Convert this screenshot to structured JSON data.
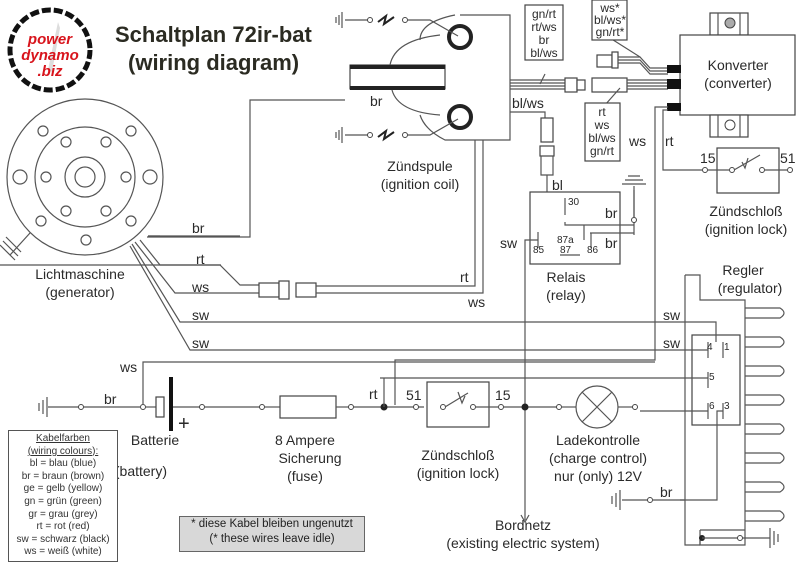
{
  "logo": {
    "line1": "power",
    "line2": "dynamo",
    "line3": ".biz"
  },
  "title": {
    "line1": "Schaltplan 72ir-bat",
    "line2": "(wiring diagram)"
  },
  "components": {
    "generator": {
      "de": "Lichtmaschine",
      "en": "(generator)"
    },
    "ignition_coil": {
      "de": "Zündspule",
      "en": "(ignition coil)"
    },
    "converter": {
      "de": "Konverter",
      "en": "(converter)"
    },
    "ignition_lock_top": {
      "de": "Zündschloß",
      "en": "(ignition lock)",
      "term_left": "15",
      "term_right": "51"
    },
    "relay": {
      "de": "Relais",
      "en": "(relay)",
      "pins": {
        "p30": "30",
        "p85": "85",
        "p87a": "87a",
        "p87": "87",
        "p86": "86"
      }
    },
    "regulator": {
      "de": "Regler",
      "en": "(regulator)",
      "pins": {
        "p4": "4",
        "p1": "1",
        "p5": "5",
        "p6": "6",
        "p3": "3"
      }
    },
    "battery": {
      "de": "Batterie",
      "en": "(battery)",
      "plus": "+"
    },
    "fuse": {
      "line1": "8 Ampere",
      "line2": "Sicherung",
      "line3": "(fuse)"
    },
    "ignition_lock_bottom": {
      "de": "Zündschloß",
      "en": "(ignition lock)",
      "term_left": "51",
      "term_right": "15"
    },
    "charge_lamp": {
      "line1": "Ladekontrolle",
      "line2": "(charge control)",
      "line3": "nur (only) 12V"
    },
    "bordnetz": {
      "de": "Bordnetz",
      "en": "(existing electric system)"
    }
  },
  "wire_labels": {
    "coil_br": "br",
    "coil_blws": "bl/ws",
    "bundle_left": [
      "gn/rt",
      "rt/ws",
      "br",
      "bl/ws"
    ],
    "bundle_top": [
      "ws*",
      "bl/ws*",
      "gn/rt*"
    ],
    "bundle_bottom": [
      "rt",
      "ws",
      "bl/ws",
      "gn/rt"
    ],
    "conv_ws": "ws",
    "conv_rt": "rt",
    "relay_bl": "bl",
    "relay_br1": "br",
    "relay_br2": "br",
    "relay_sw": "sw",
    "gen_br": "br",
    "gen_rt": "rt",
    "gen_ws": "ws",
    "gen_sw1": "sw",
    "gen_sw2": "sw",
    "rt_right": "rt",
    "ws_right": "ws",
    "reg_sw1": "sw",
    "reg_sw2": "sw",
    "bat_ws": "ws",
    "bat_br": "br",
    "node_rt": "rt",
    "reg_br": "br"
  },
  "legend": {
    "header1": "Kabelfarben",
    "header2": "(wiring colours):",
    "items": [
      "bl = blau (blue)",
      "br = braun (brown)",
      "ge = gelb (yellow)",
      "gn = grün (green)",
      "gr = grau (grey)",
      "rt = rot (red)",
      "sw = schwarz (black)",
      "ws = weiß (white)"
    ]
  },
  "note": {
    "line1": "* diese Kabel bleiben ungenutzt",
    "line2": "(* these wires leave idle)"
  },
  "colors": {
    "logo_red": "#d8141c",
    "wire": "#555555",
    "note_bg": "#d8d8d8"
  }
}
